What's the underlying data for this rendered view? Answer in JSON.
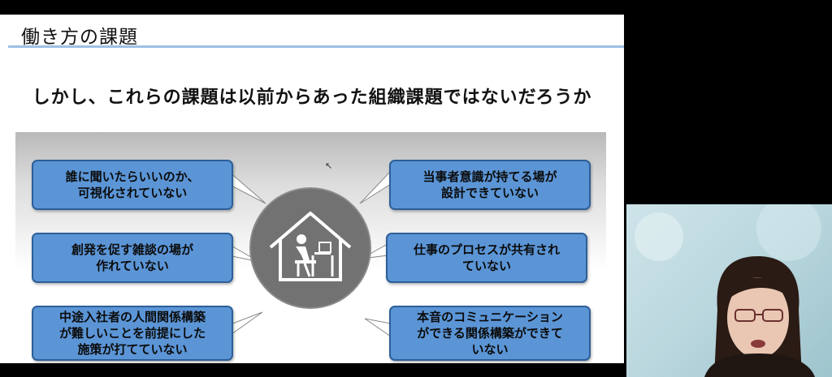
{
  "slide": {
    "title": "働き方の課題",
    "headline": "しかし、これらの課題は以前からあった組織課題ではないだろうか",
    "bubbles": [
      "誰に聞いたらいいのか、\n可視化されていない",
      "創発を促す雑談の場が\n作れていない",
      "中途入社者の人間関係構築\nが難しいことを前提にした\n施策が打てていない",
      "当事者意識が持てる場が\n設計できていない",
      "仕事のプロセスが共有され\nていない",
      "本音のコミュニケーション\nができる関係構築ができて\nいない"
    ],
    "center_icon": "person-at-desk-in-house-icon"
  },
  "colors": {
    "bubble_fill": "#5b95d6",
    "bubble_border": "#2c5f99",
    "title_rule": "#9cc1e6",
    "circle": "#727272"
  },
  "video_feed": {
    "icon": "presenter-webcam"
  }
}
